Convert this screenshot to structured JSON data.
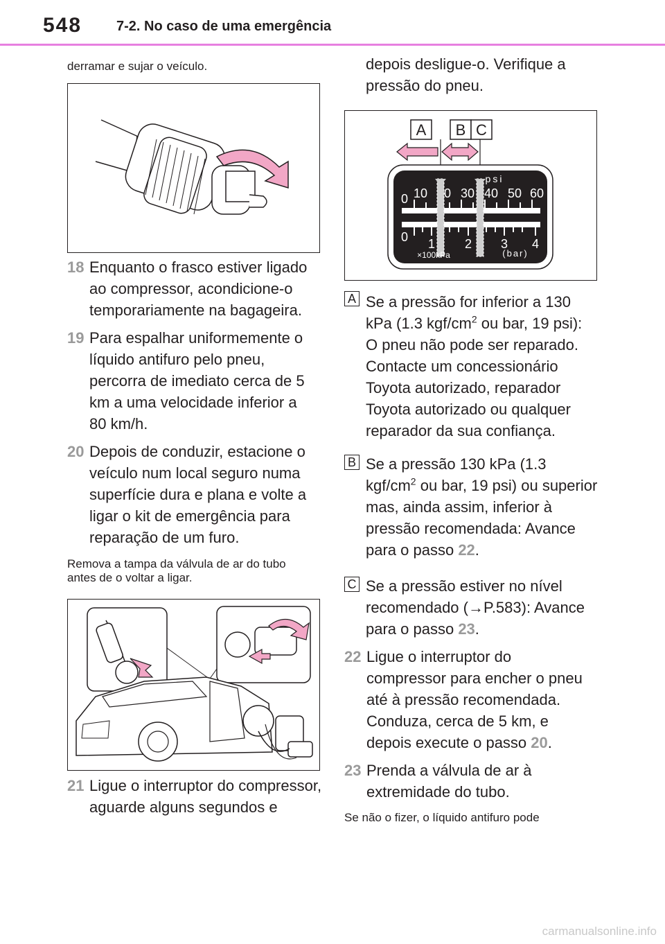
{
  "header": {
    "page_number": "548",
    "section": "7-2. No caso de uma emergência"
  },
  "left": {
    "top_note": "derramar e sujar o veículo.",
    "steps": [
      {
        "num": "18",
        "text": "Enquanto o frasco estiver ligado ao compressor, acondicione-o temporariamente na bagageira."
      },
      {
        "num": "19",
        "text": "Para espalhar uniformemente o líquido antifuro pelo pneu, percorra de imediato cerca de 5 km a uma velocidade inferior a 80 km/h."
      },
      {
        "num": "20",
        "text": "Depois de conduzir, estacione o veículo num local seguro numa superfície dura e plana e volte a ligar o kit de emergência para reparação de um furo."
      }
    ],
    "note": "Remova a tampa da válvula de ar do tubo antes de o voltar a ligar.",
    "step21": {
      "num": "21",
      "text": "Ligue o interruptor do compressor, aguarde alguns segundos e"
    }
  },
  "right": {
    "continuation": "depois desligue-o. Verifique a pressão do pneu.",
    "gauge": {
      "labels": [
        "A",
        "B",
        "C"
      ],
      "unit_top": "psi",
      "unit_bottom_left": "×100kPa",
      "unit_bottom_right": "(bar)",
      "psi_ticks": [
        "0",
        "10",
        "20",
        "30",
        "40",
        "50",
        "60"
      ],
      "bar_ticks": [
        "0",
        "1",
        "2",
        "3",
        "4"
      ]
    },
    "items": [
      {
        "badge": "A",
        "text_pre": "Se a pressão for inferior a 130 kPa (1.3 kgf/cm",
        "sup": "2",
        "text_post": " ou bar, 19 psi): O pneu não pode ser reparado. Contacte um concessionário Toyota autorizado, reparador Toyota autorizado ou qualquer reparador da sua confiança."
      },
      {
        "badge": "B",
        "text_pre": "Se a pressão 130 kPa (1.3 kgf/cm",
        "sup": "2",
        "text_post": " ou bar, 19 psi) ou superior mas, ainda assim, inferior à pressão recomendada: Avance para o passo ",
        "ref": "22",
        "end": "."
      },
      {
        "badge": "C",
        "text_pre": "Se a pressão estiver no nível recomendado (",
        "arrow": "→",
        "text_mid": "P.583): Avance para o passo ",
        "ref": "23",
        "end": "."
      }
    ],
    "step22": {
      "num": "22",
      "text_pre": "Ligue o interruptor do compressor para encher o pneu até à pressão recomendada. Conduza, cerca de 5 km, e depois execute o passo ",
      "ref": "20",
      "end": "."
    },
    "step23": {
      "num": "23",
      "text": "Prenda a válvula de ar à extremidade do tubo."
    },
    "bottom_note": "Se não o fizer, o líquido antifuro pode"
  },
  "watermark": "carmanualsonline.info",
  "colors": {
    "header_rule": "#e77fe0",
    "arrow_fill": "#f2a7c6",
    "step_number": "#9a9a9a"
  }
}
